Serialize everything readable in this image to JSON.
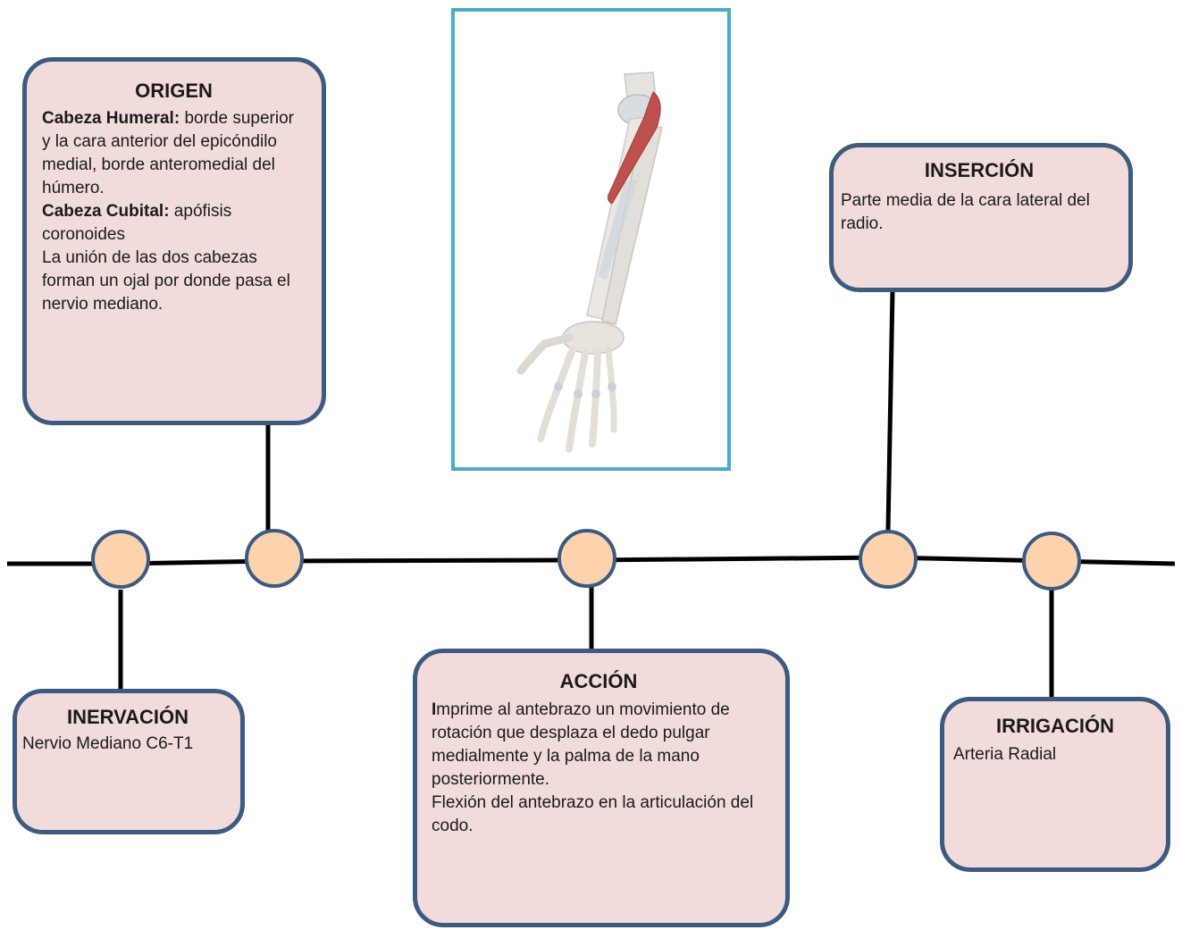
{
  "colors": {
    "card_fill": "#f2dcdb",
    "card_border": "#3d5a80",
    "node_fill": "#fdd3ad",
    "node_border": "#3d5a80",
    "line": "#000000",
    "image_frame": "#4bacc6",
    "muscle": "#c0504d"
  },
  "origen": {
    "title": "ORIGEN",
    "humeral_label": "Cabeza Humeral:",
    "humeral_text": " borde superior y la cara anterior del epicóndilo medial, borde anteromedial del húmero.",
    "cubital_label": "Cabeza Cubital:",
    "cubital_text": " apófisis coronoides",
    "union_text": "La unión de las dos cabezas forman un ojal por donde pasa el nervio mediano."
  },
  "insercion": {
    "title": "INSERCIÓN",
    "text": "Parte media de la cara lateral del radio."
  },
  "inervacion": {
    "title": "INERVACIÓN",
    "text": "Nervio Mediano C6-T1"
  },
  "accion": {
    "title": "ACCIÓN",
    "first_letter": "I",
    "text1_rest": "mprime al antebrazo un movimiento de rotación que desplaza el dedo pulgar medialmente y la palma de la mano posteriormente.",
    "text2": "Flexión del antebrazo en la articulación del codo."
  },
  "irrigacion": {
    "title": "IRRIGACIÓN",
    "text": "Arteria Radial"
  },
  "image": {
    "icon": "forearm-anatomy-illustration"
  }
}
